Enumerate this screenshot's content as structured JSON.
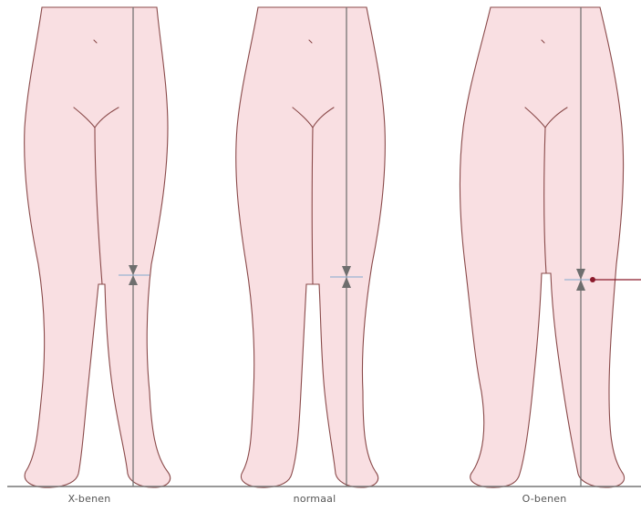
{
  "labels": {
    "x_legs": "X-benen",
    "normal": "normaal",
    "o_legs": "O-benen"
  },
  "colors": {
    "skin": "#f9dfe2",
    "outline": "#8a4a4a",
    "plumb_line": "#6b6b6b",
    "marker_line": "#9bb4d2",
    "marker": "#6e6e6e",
    "pointer": "#8b1a2b",
    "ground": "#777777",
    "background": "#ffffff"
  }
}
